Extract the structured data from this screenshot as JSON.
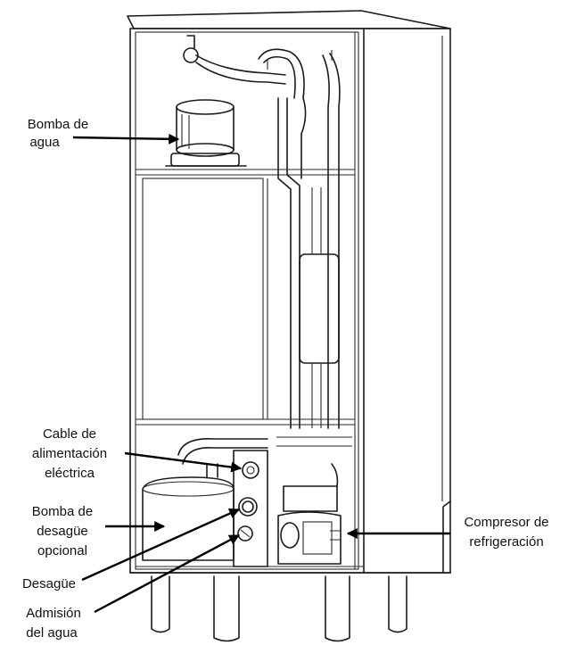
{
  "labels": {
    "water_pump": [
      "Bomba de",
      "agua"
    ],
    "power_cable": [
      "Cable de",
      "alimentación",
      "eléctrica"
    ],
    "drain_pump": [
      "Bomba de",
      "desagüe",
      "opcional"
    ],
    "drain": [
      "Desagüe"
    ],
    "water_inlet": [
      "Admisión",
      "del agua"
    ],
    "compressor": [
      "Compresor de",
      "refrigeración"
    ]
  },
  "colors": {
    "line": "#1a1a1a",
    "background": "#ffffff",
    "text": "#111111"
  }
}
